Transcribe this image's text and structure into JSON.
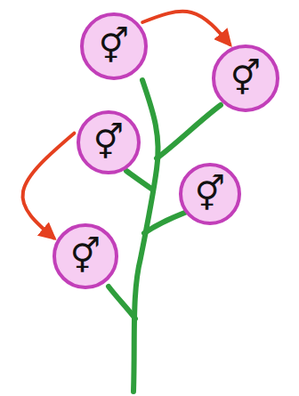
{
  "diagram": {
    "nodes": [
      {
        "text": [
          "⚥"
        ]
      },
      {
        "text": [
          "⚥"
        ]
      },
      {
        "text": [
          "⚥"
        ]
      },
      {
        "text": [
          "⚥"
        ]
      },
      {
        "text": [
          "⚥"
        ]
      }
    ],
    "edges": [
      {
        "from": 0,
        "to": 1,
        "arrow": "to"
      },
      {
        "from": 2,
        "to": 4,
        "arrow": "to"
      }
    ]
  }
}
